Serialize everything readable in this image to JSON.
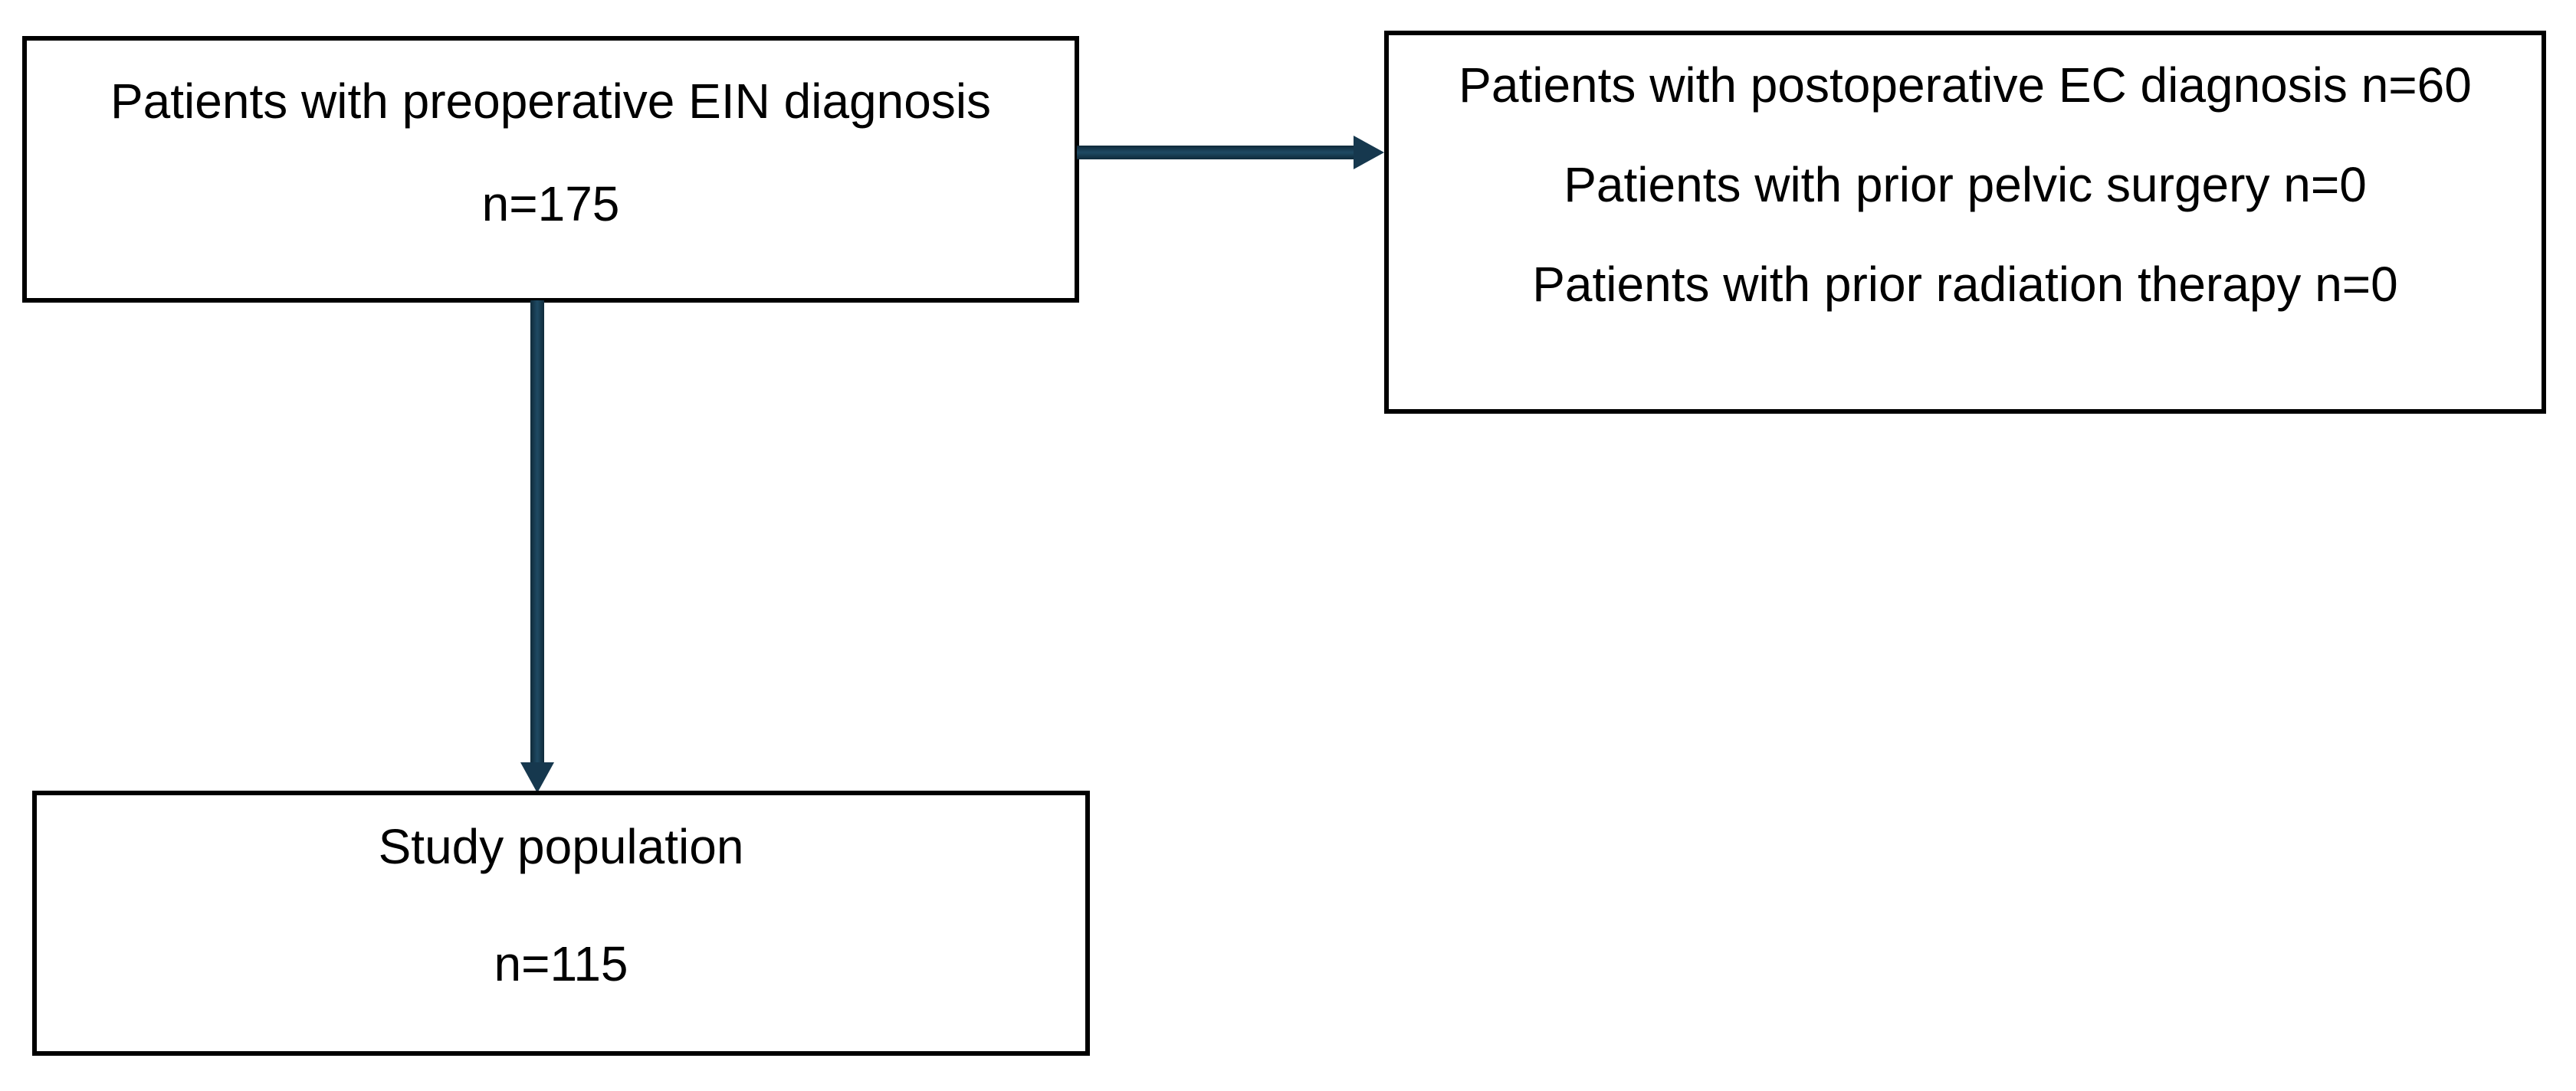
{
  "diagram": {
    "boxes": {
      "preoperative": {
        "label": "Patients with preoperative EIN diagnosis",
        "count": "n=175"
      },
      "exclusions": {
        "lines": [
          "Patients with postoperative EC diagnosis n=60",
          "Patients with prior pelvic surgery n=0",
          "Patients with prior radiation therapy n=0"
        ]
      },
      "study": {
        "label": "Study population",
        "count": "n=115"
      }
    },
    "connectors": [
      {
        "from": "preoperative",
        "to": "exclusions",
        "direction": "right"
      },
      {
        "from": "preoperative",
        "to": "study",
        "direction": "down"
      }
    ]
  },
  "colors": {
    "arrow": "#16384E",
    "arrow-hi": "#1F4A63",
    "border": "#000000",
    "text": "#000000",
    "background": "#FFFFFF"
  }
}
